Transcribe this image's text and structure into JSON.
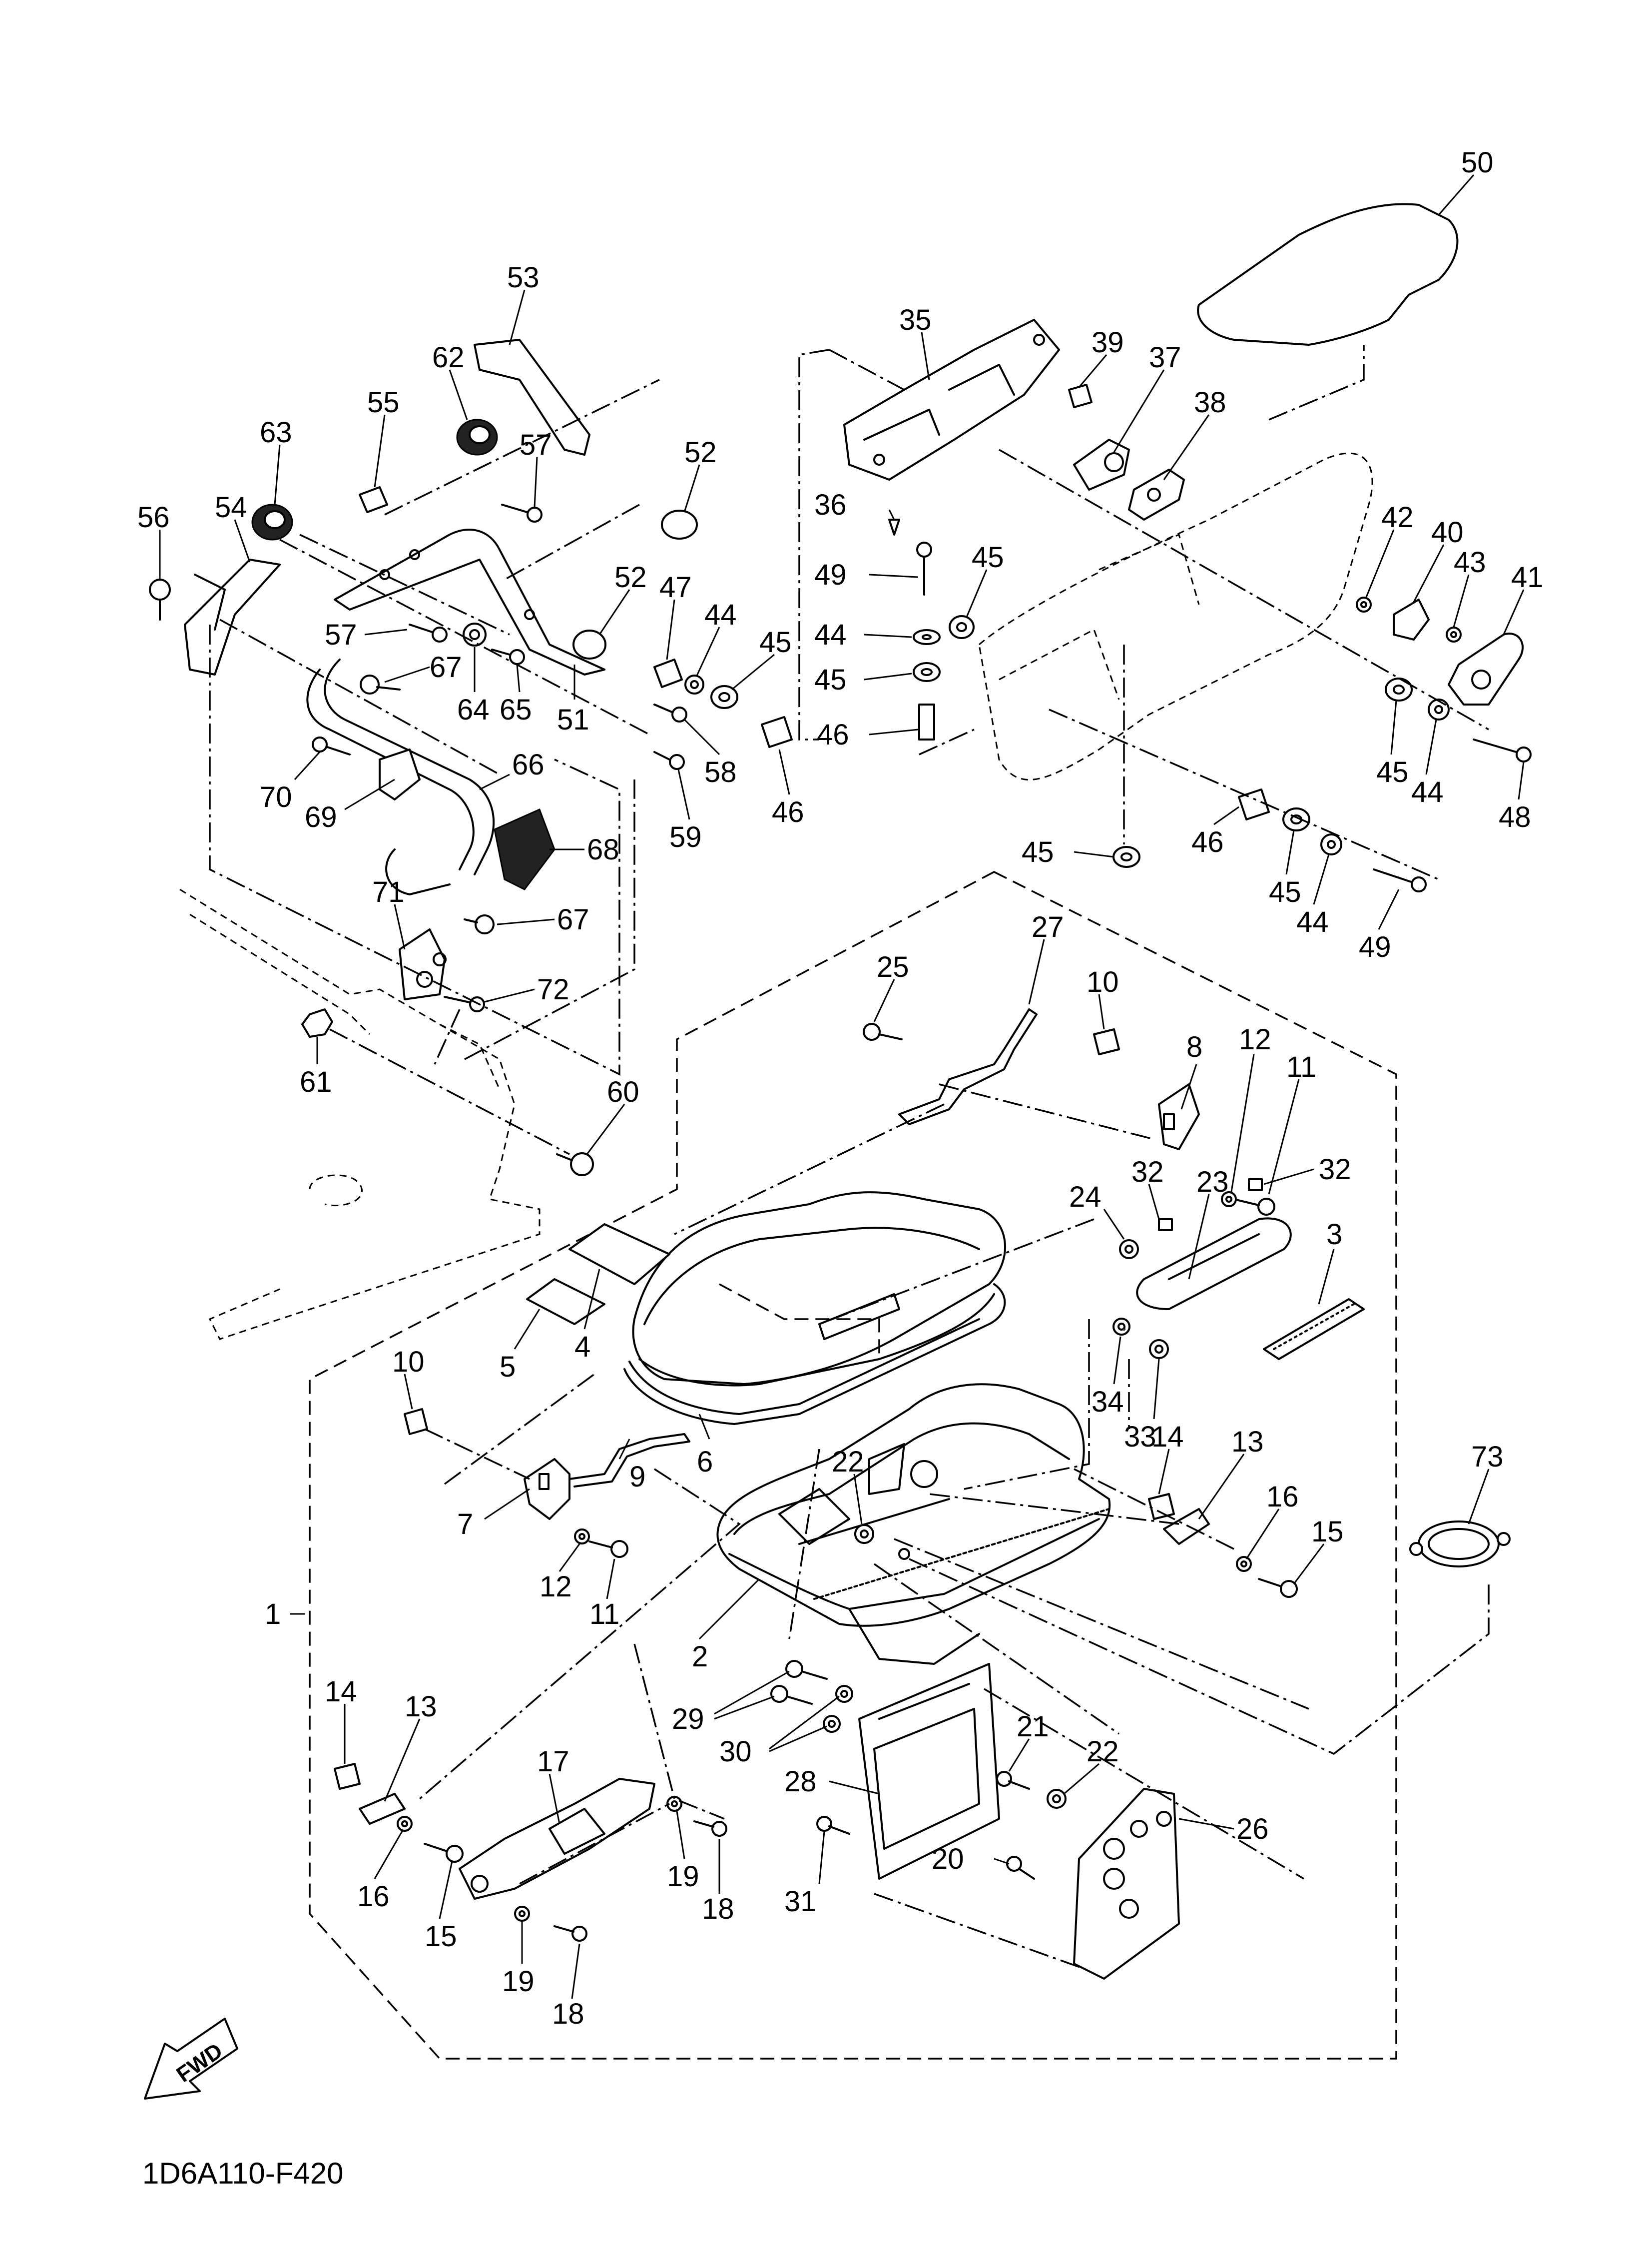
{
  "drawing_code": "1D6A110-F420",
  "fwd_label": "FWD",
  "callouts": {
    "c1": "1",
    "c2": "2",
    "c3": "3",
    "c4": "4",
    "c5": "5",
    "c6": "6",
    "c7": "7",
    "c8": "8",
    "c9": "9",
    "c10a": "10",
    "c10b": "10",
    "c11a": "11",
    "c11b": "11",
    "c12a": "12",
    "c12b": "12",
    "c13a": "13",
    "c13b": "13",
    "c14a": "14",
    "c14b": "14",
    "c15a": "15",
    "c15b": "15",
    "c16a": "16",
    "c16b": "16",
    "c17": "17",
    "c18a": "18",
    "c18b": "18",
    "c19a": "19",
    "c19b": "19",
    "c20": "20",
    "c21": "21",
    "c22a": "22",
    "c22b": "22",
    "c23": "23",
    "c24": "24",
    "c25": "25",
    "c26": "26",
    "c27": "27",
    "c28": "28",
    "c29": "29",
    "c30": "30",
    "c31": "31",
    "c32a": "32",
    "c32b": "32",
    "c33": "33",
    "c34": "34",
    "c35": "35",
    "c36": "36",
    "c37": "37",
    "c38": "38",
    "c39": "39",
    "c40": "40",
    "c41": "41",
    "c42": "42",
    "c43": "43",
    "c44a": "44",
    "c44b": "44",
    "c44c": "44",
    "c44d": "44",
    "c45a": "45",
    "c45b": "45",
    "c45c": "45",
    "c45d": "45",
    "c45e": "45",
    "c45f": "45",
    "c46a": "46",
    "c46b": "46",
    "c46c": "46",
    "c47": "47",
    "c48": "48",
    "c49a": "49",
    "c49b": "49",
    "c50": "50",
    "c51": "51",
    "c52a": "52",
    "c52b": "52",
    "c53": "53",
    "c54": "54",
    "c55": "55",
    "c56": "56",
    "c57a": "57",
    "c57b": "57",
    "c58": "58",
    "c59": "59",
    "c60": "60",
    "c61": "61",
    "c62": "62",
    "c63": "63",
    "c64": "64",
    "c65": "65",
    "c66": "66",
    "c67a": "67",
    "c67b": "67",
    "c68": "68",
    "c69": "69",
    "c70": "70",
    "c71": "71",
    "c72": "72",
    "c73": "73"
  }
}
